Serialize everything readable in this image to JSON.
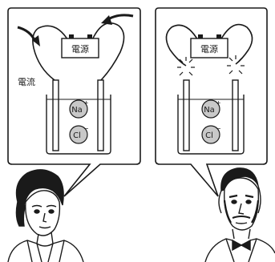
{
  "left_panel": {
    "power_source_label": "電源",
    "current_label": "電流",
    "ions": [
      {
        "symbol": "Na",
        "charge": "+"
      },
      {
        "symbol": "Cl",
        "charge": "−"
      }
    ]
  },
  "right_panel": {
    "power_source_label": "電源",
    "ions": [
      {
        "symbol": "Na",
        "charge": "+"
      },
      {
        "symbol": "Cl",
        "charge": "−"
      }
    ]
  },
  "colors": {
    "ink": "#1a1a1a",
    "ion_fill": "#c8c8c8",
    "background": "#ffffff"
  }
}
